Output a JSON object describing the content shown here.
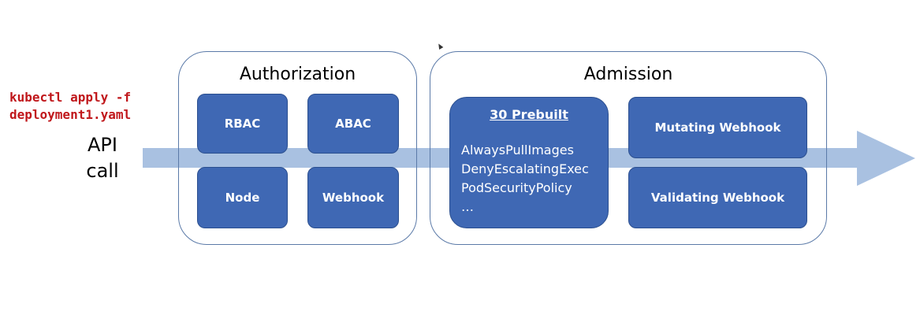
{
  "command": {
    "line1": "kubectl apply -f",
    "line2": "deployment1.yaml"
  },
  "api_call": {
    "line1": "API",
    "line2": "call"
  },
  "authorization": {
    "title": "Authorization",
    "tiles": [
      "RBAC",
      "ABAC",
      "Node",
      "Webhook"
    ]
  },
  "admission": {
    "title": "Admission",
    "prebuilt": {
      "title": "30 Prebuilt",
      "items": [
        "AlwaysPullImages",
        "DenyEscalatingExec",
        "PodSecurityPolicy",
        "…"
      ]
    },
    "webhooks": [
      "Mutating Webhook",
      "Validating Webhook"
    ]
  },
  "colors": {
    "arrow": "#a9c1e1",
    "tile": "#3f68b4",
    "group_border": "#5b7aa8",
    "command_text": "#c0171b"
  }
}
